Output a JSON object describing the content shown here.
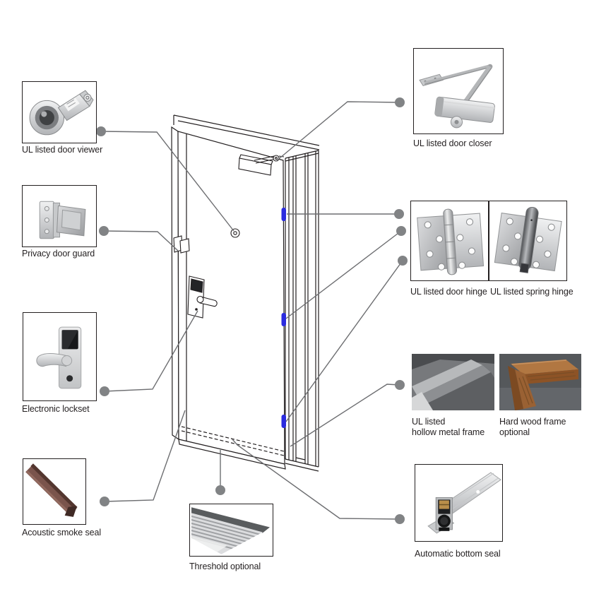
{
  "colors": {
    "accent_blue": "#2b2bdf",
    "connector_gray": "#6d6e71",
    "dot_gray": "#818385",
    "ink": "#231f20",
    "seal_brown": "#6f4b42",
    "wood_brown": "#a06538"
  },
  "callouts": {
    "door_viewer": {
      "label": "UL listed door viewer"
    },
    "privacy_guard": {
      "label": "Privacy door guard"
    },
    "electronic_lockset": {
      "label": "Electronic lockset"
    },
    "acoustic_smoke_seal": {
      "label": "Acoustic smoke seal"
    },
    "door_closer": {
      "label": "UL listed door closer"
    },
    "door_hinge": {
      "label": "UL listed door hinge"
    },
    "spring_hinge": {
      "label": "UL listed spring hinge"
    },
    "hollow_metal_frame": {
      "label_line1": "UL listed",
      "label_line2": "hollow metal frame"
    },
    "hard_wood_frame": {
      "label_line1": "Hard wood frame",
      "label_line2": "optional"
    },
    "automatic_bottom_seal": {
      "label": "Automatic bottom seal"
    },
    "threshold": {
      "label": "Threshold optional"
    }
  }
}
